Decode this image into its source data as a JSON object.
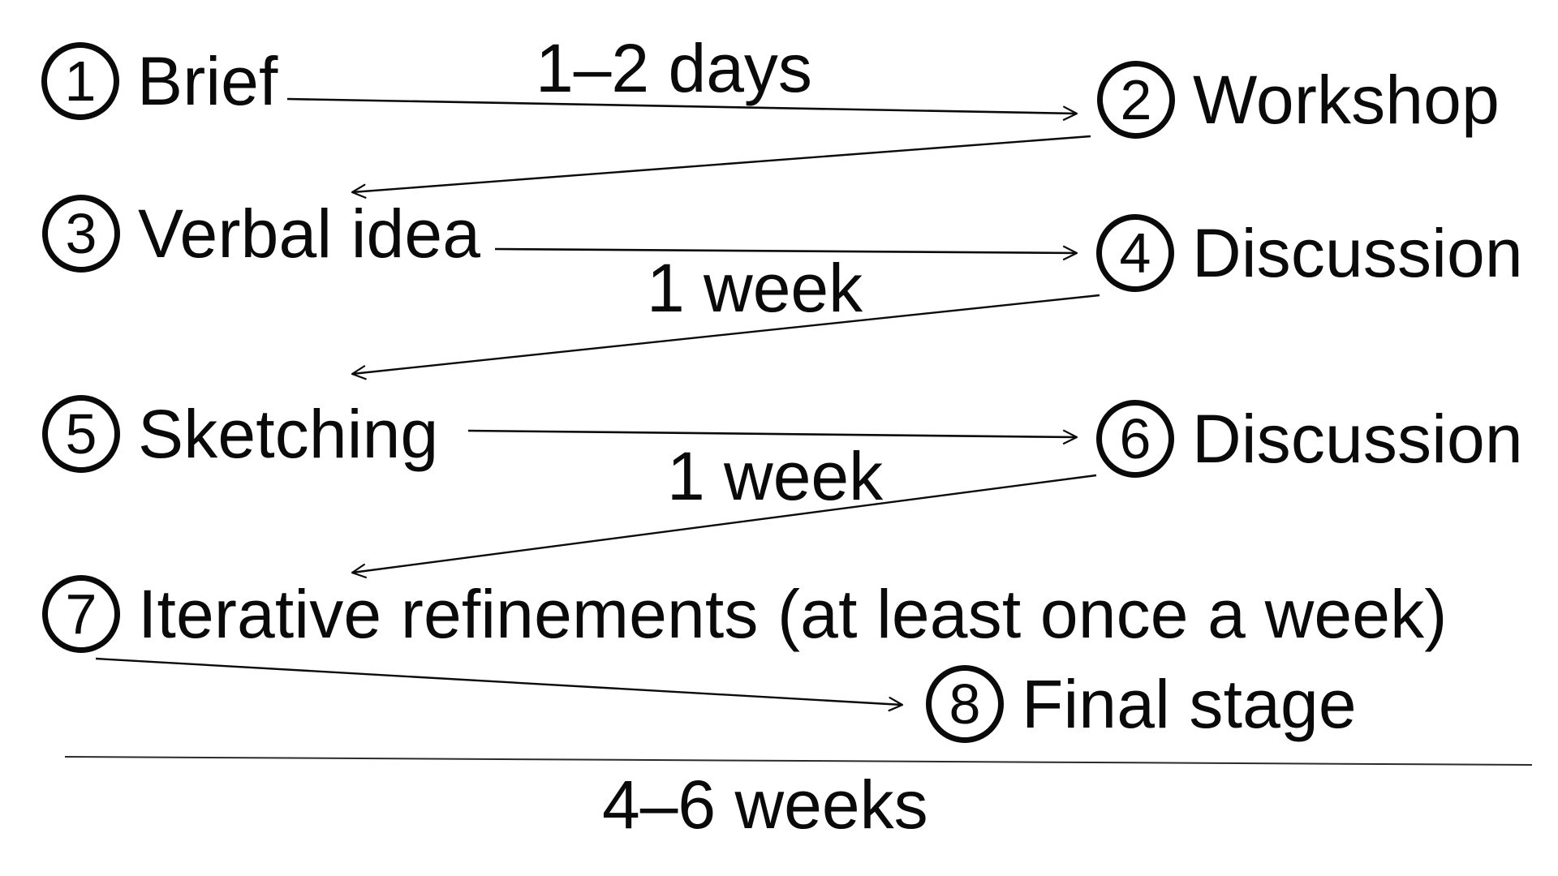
{
  "diagram": {
    "type": "process-flow",
    "steps": [
      {
        "num": "1",
        "label": "Brief"
      },
      {
        "num": "2",
        "label": "Workshop"
      },
      {
        "num": "3",
        "label": "Verbal idea"
      },
      {
        "num": "4",
        "label": "Discussion"
      },
      {
        "num": "5",
        "label": "Sketching"
      },
      {
        "num": "6",
        "label": "Discussion"
      },
      {
        "num": "7",
        "label": "Iterative refinements (at least once a week)"
      },
      {
        "num": "8",
        "label": "Final stage"
      }
    ],
    "durations": [
      {
        "text": "1–2 days",
        "between": "Brief → Workshop"
      },
      {
        "text": "1 week",
        "between": "Verbal idea → Discussion"
      },
      {
        "text": "1 week",
        "between": "Sketching → Discussion"
      },
      {
        "text": "4–6 weeks",
        "between": "total timeline"
      }
    ],
    "arrows": [
      {
        "from": "Brief",
        "to": "Workshop"
      },
      {
        "from": "Workshop",
        "to": "Verbal idea"
      },
      {
        "from": "Verbal idea",
        "to": "Discussion"
      },
      {
        "from": "Discussion",
        "to": "Sketching"
      },
      {
        "from": "Sketching",
        "to": "Discussion"
      },
      {
        "from": "Discussion",
        "to": "Iterative refinements"
      },
      {
        "from": "Iterative refinements",
        "to": "Final stage"
      }
    ],
    "colors": {
      "ink": "#0a0a0a",
      "baseline": "#2b2b2b",
      "background": "#ffffff"
    }
  }
}
